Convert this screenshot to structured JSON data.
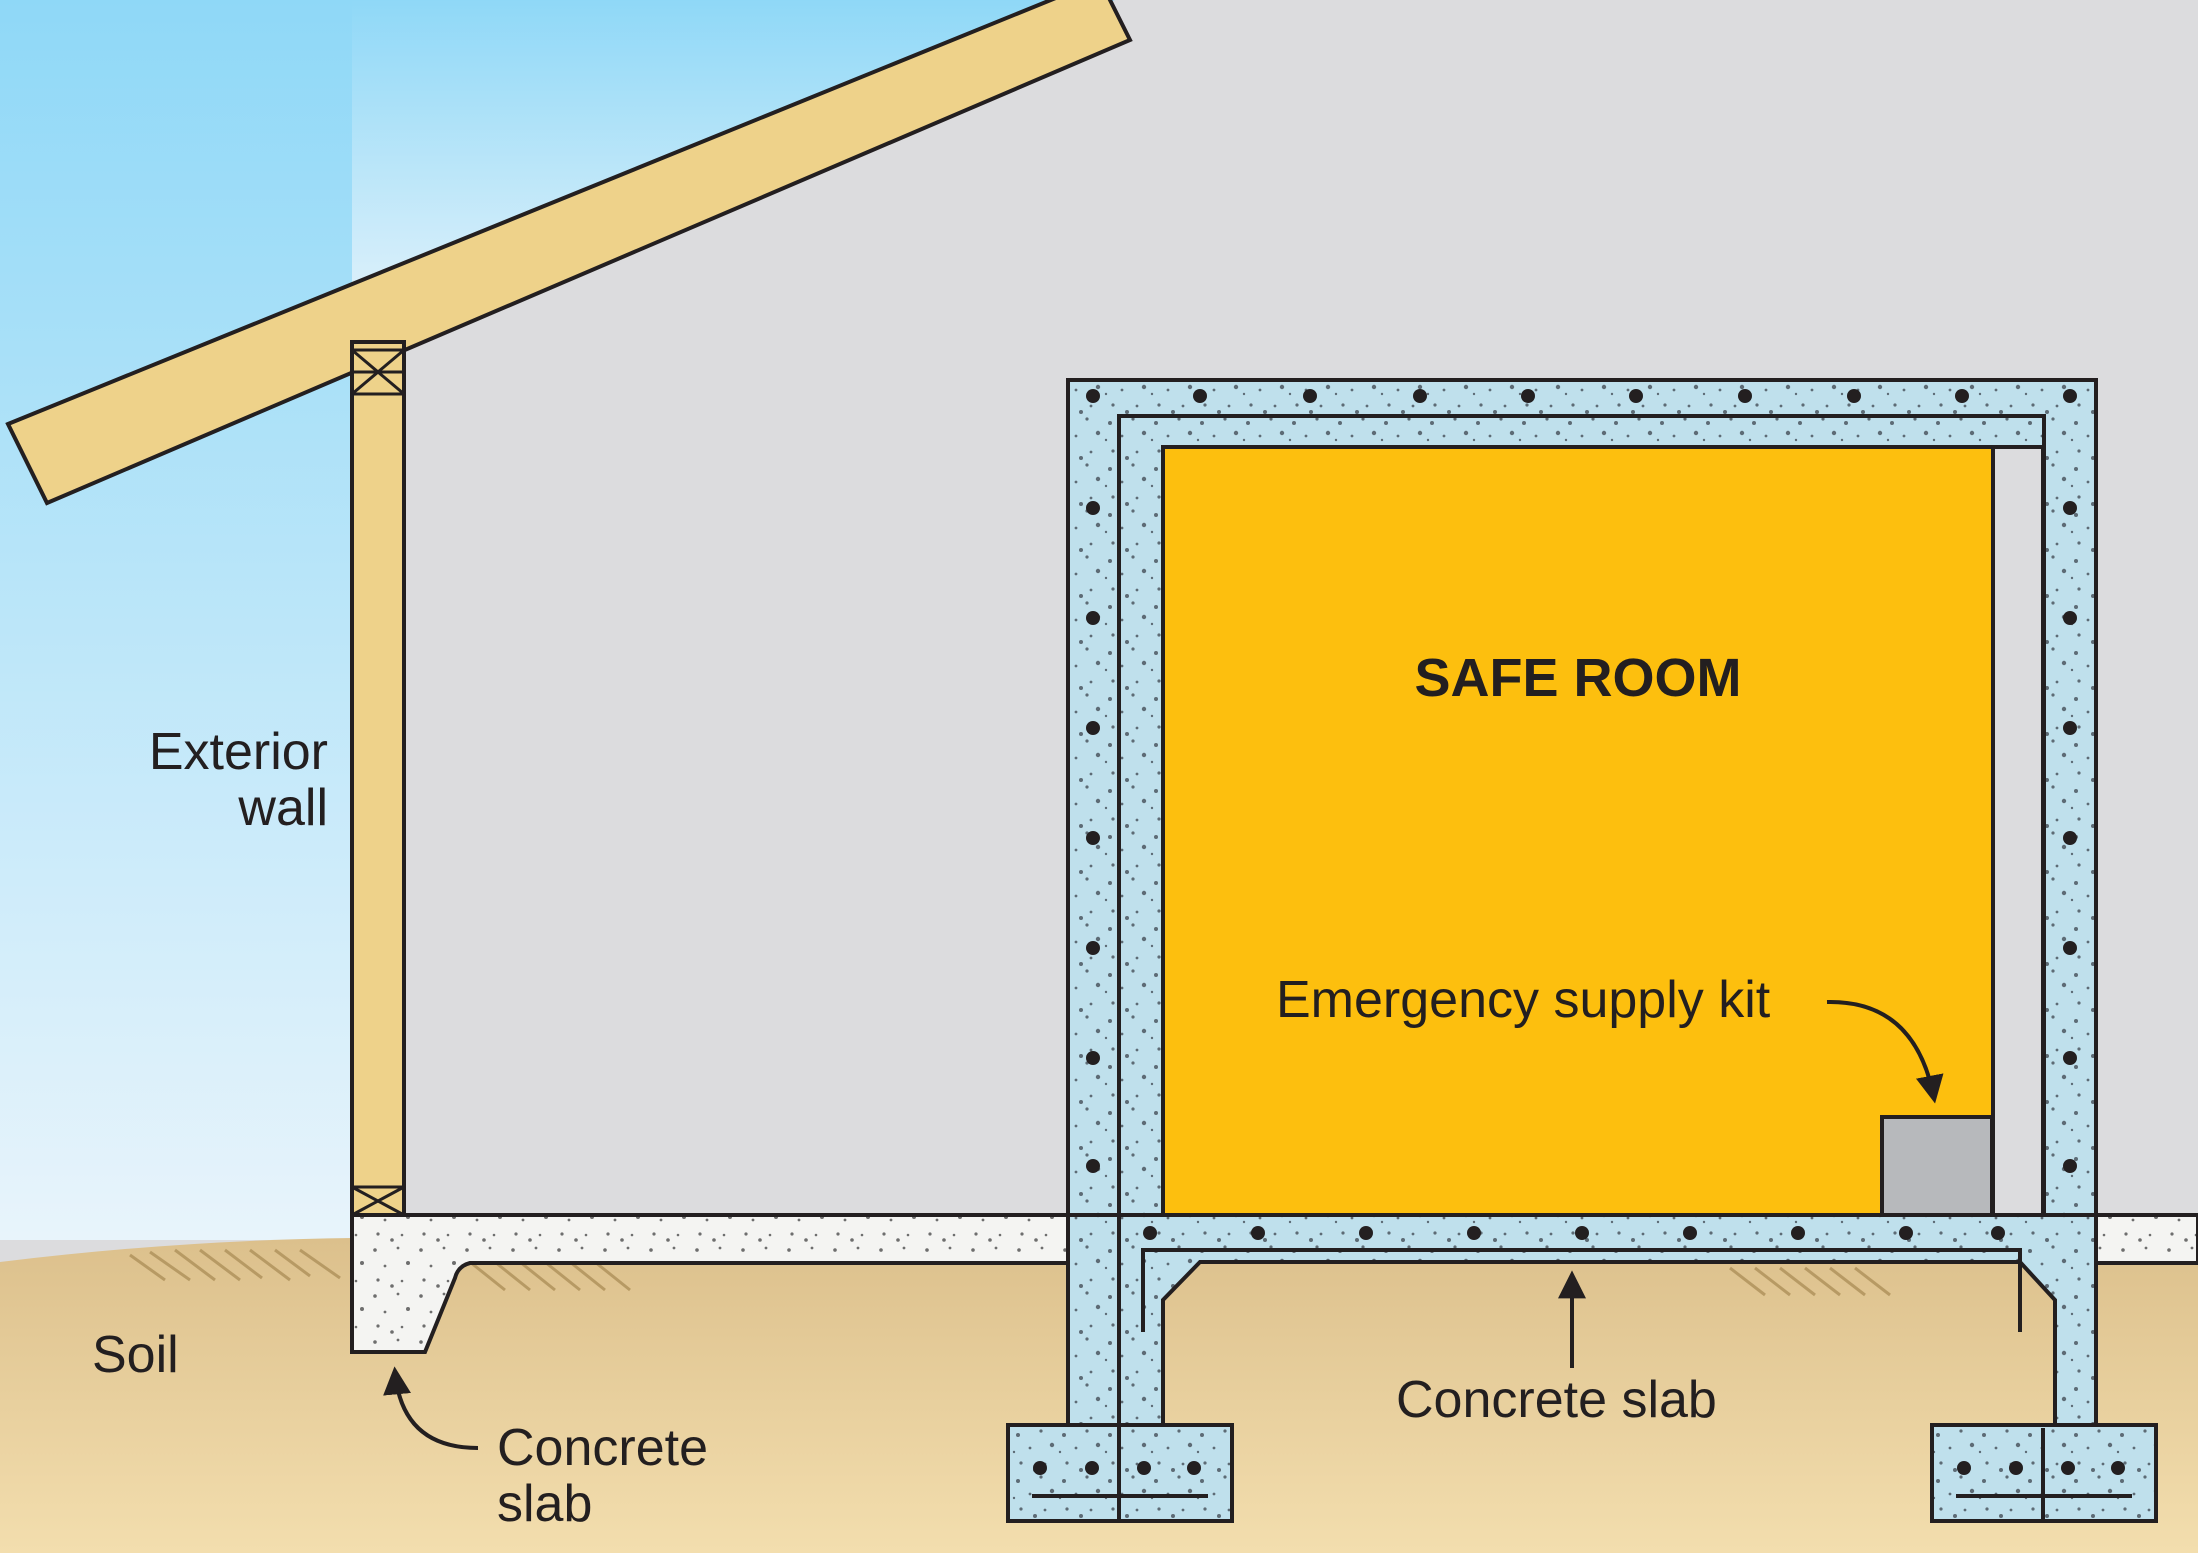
{
  "labels": {
    "exterior_wall": "Exterior\nwall",
    "soil": "Soil",
    "concrete_slab_left": "Concrete\nslab",
    "safe_room": "SAFE ROOM",
    "emergency_kit": "Emergency supply kit",
    "concrete_slab_center": "Concrete slab"
  },
  "colors": {
    "sky_top": "#8fd8f7",
    "sky_bottom": "#e8f4fb",
    "interior": "#dcdcde",
    "lumber": "#eed28a",
    "soil_top": "#dcc08c",
    "soil_bottom": "#f3deae",
    "concrete_house": "#f4f4f2",
    "concrete_safe_room": "#bfe0ec",
    "safe_room_fill": "#fdbf0e",
    "kit_box": "#b7b9bc",
    "outline": "#231f20"
  }
}
